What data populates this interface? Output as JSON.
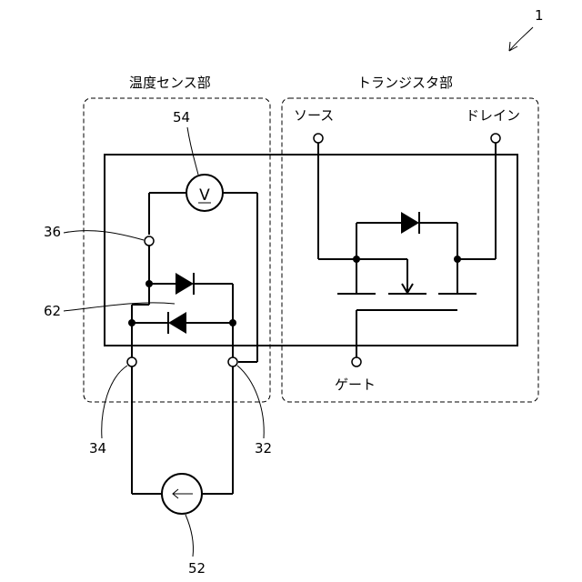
{
  "figure_number": "1",
  "sections": {
    "temperature_sensor": "温度センス部",
    "transistor": "トランジスタ部"
  },
  "terminals": {
    "source": "ソース",
    "drain": "ドレイン",
    "gate": "ゲート"
  },
  "meter_symbol": "V",
  "refs": {
    "r54": "54",
    "r36": "36",
    "r62": "62",
    "r34": "34",
    "r32": "32",
    "r52": "52"
  }
}
